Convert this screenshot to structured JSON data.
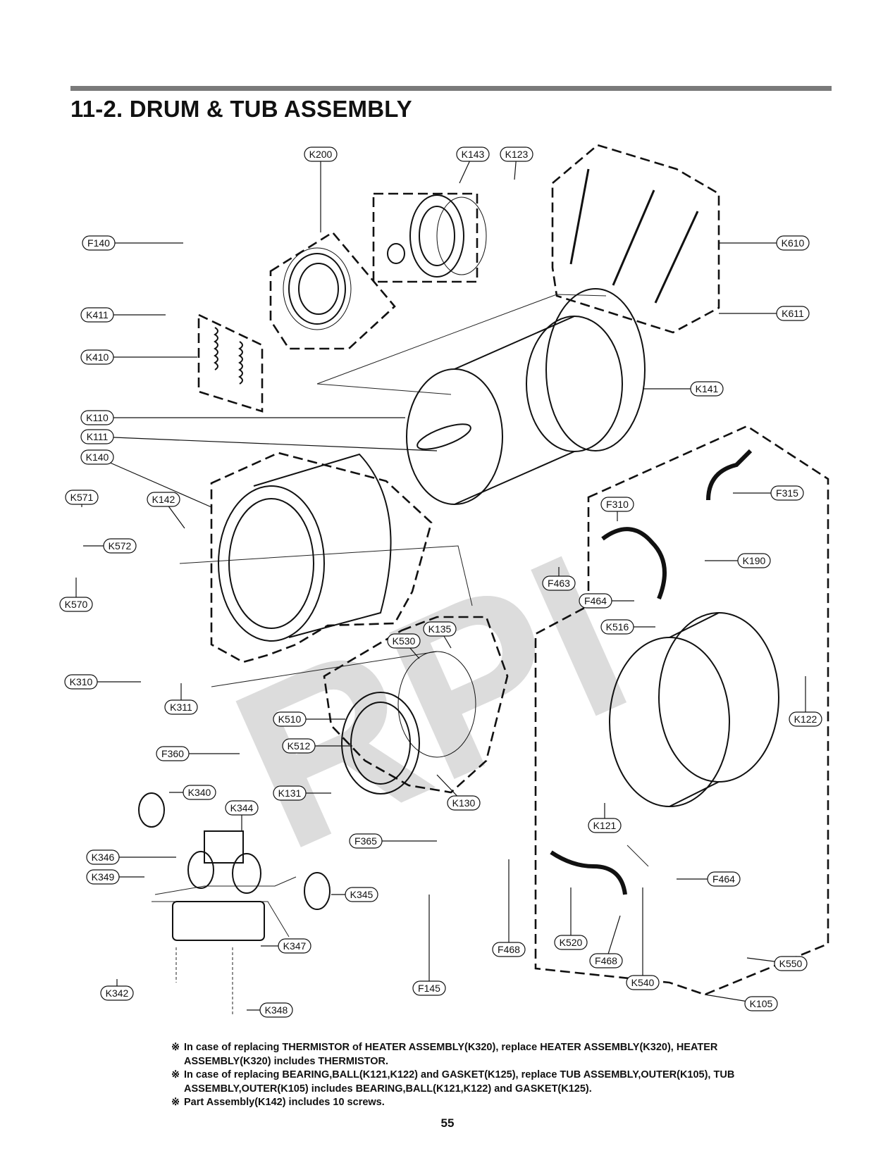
{
  "title": "11-2. DRUM & TUB ASSEMBLY",
  "watermark": "RPI",
  "part_labels": [
    "K200",
    "K143",
    "K123",
    "F140",
    "K610",
    "K411",
    "K611",
    "K410",
    "K141",
    "K110",
    "K111",
    "K140",
    "K571",
    "K142",
    "F310",
    "F315",
    "K572",
    "K190",
    "K570",
    "F463",
    "F464",
    "K516",
    "K530",
    "K135",
    "K310",
    "K122",
    "K311",
    "K510",
    "K512",
    "F360",
    "K131",
    "K130",
    "K121",
    "K340",
    "K344",
    "F365",
    "K346",
    "K349",
    "K345",
    "F464",
    "K347",
    "F468",
    "K520",
    "K342",
    "F468",
    "K540",
    "K550",
    "F145",
    "K348",
    "K105"
  ],
  "notes": [
    "In case of replacing THERMISTOR of HEATER ASSEMBLY(K320), replace HEATER ASSEMBLY(K320), HEATER ASSEMBLY(K320) includes THERMISTOR.",
    "In case of replacing BEARING,BALL(K121,K122) and GASKET(K125), replace TUB ASSEMBLY,OUTER(K105), TUB ASSEMBLY,OUTER(K105) includes BEARING,BALL(K121,K122) and GASKET(K125).",
    "Part Assembly(K142) includes 10 screws."
  ],
  "note_mark": "※",
  "page_number": "55"
}
